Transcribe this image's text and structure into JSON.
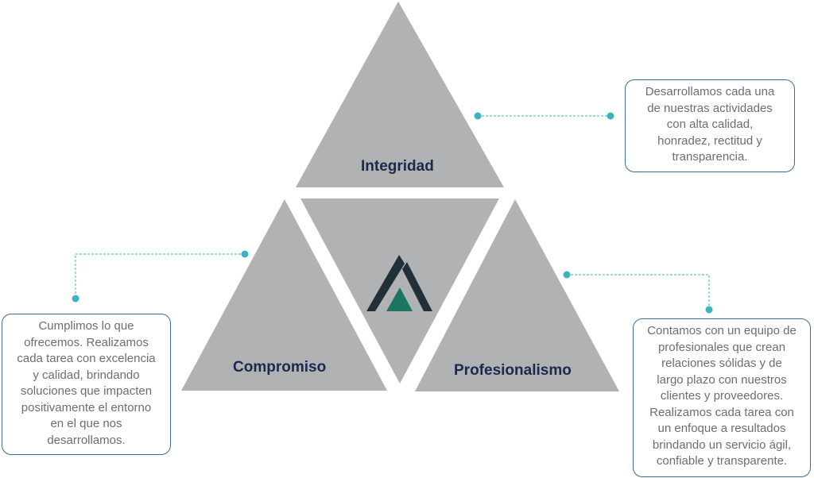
{
  "colors": {
    "triangle": "#b0b2b3",
    "title": "#1b2a4c",
    "connector": "#3cb3c1",
    "box_border": "#3f6b92",
    "body_text": "#6b6e70",
    "logo_dark": "#213036",
    "logo_green": "#1b7560"
  },
  "values": [
    {
      "title": "Integridad",
      "lines": [
        "Desarrollamos cada una",
        "de nuestras actividades",
        "con alta calidad,",
        "honradez, rectitud y",
        "transparencia."
      ]
    },
    {
      "title": "Compromiso",
      "lines": [
        "Cumplimos lo que",
        "ofrecemos. Realizamos",
        "cada tarea con excelencia",
        "y calidad, brindando",
        "soluciones que impacten",
        "positivamente el entorno",
        "en el que nos",
        "desarrollamos."
      ]
    },
    {
      "title": "Profesionalismo",
      "lines": [
        "Contamos con un equipo de",
        "profesionales que crean",
        "relaciones sólidas y de",
        "largo plazo con nuestros",
        "clientes y proveedores.",
        "Realizamos cada tarea con",
        "un enfoque a resultados",
        "brindando un servicio ágil,",
        "confiable y transparente."
      ]
    }
  ]
}
